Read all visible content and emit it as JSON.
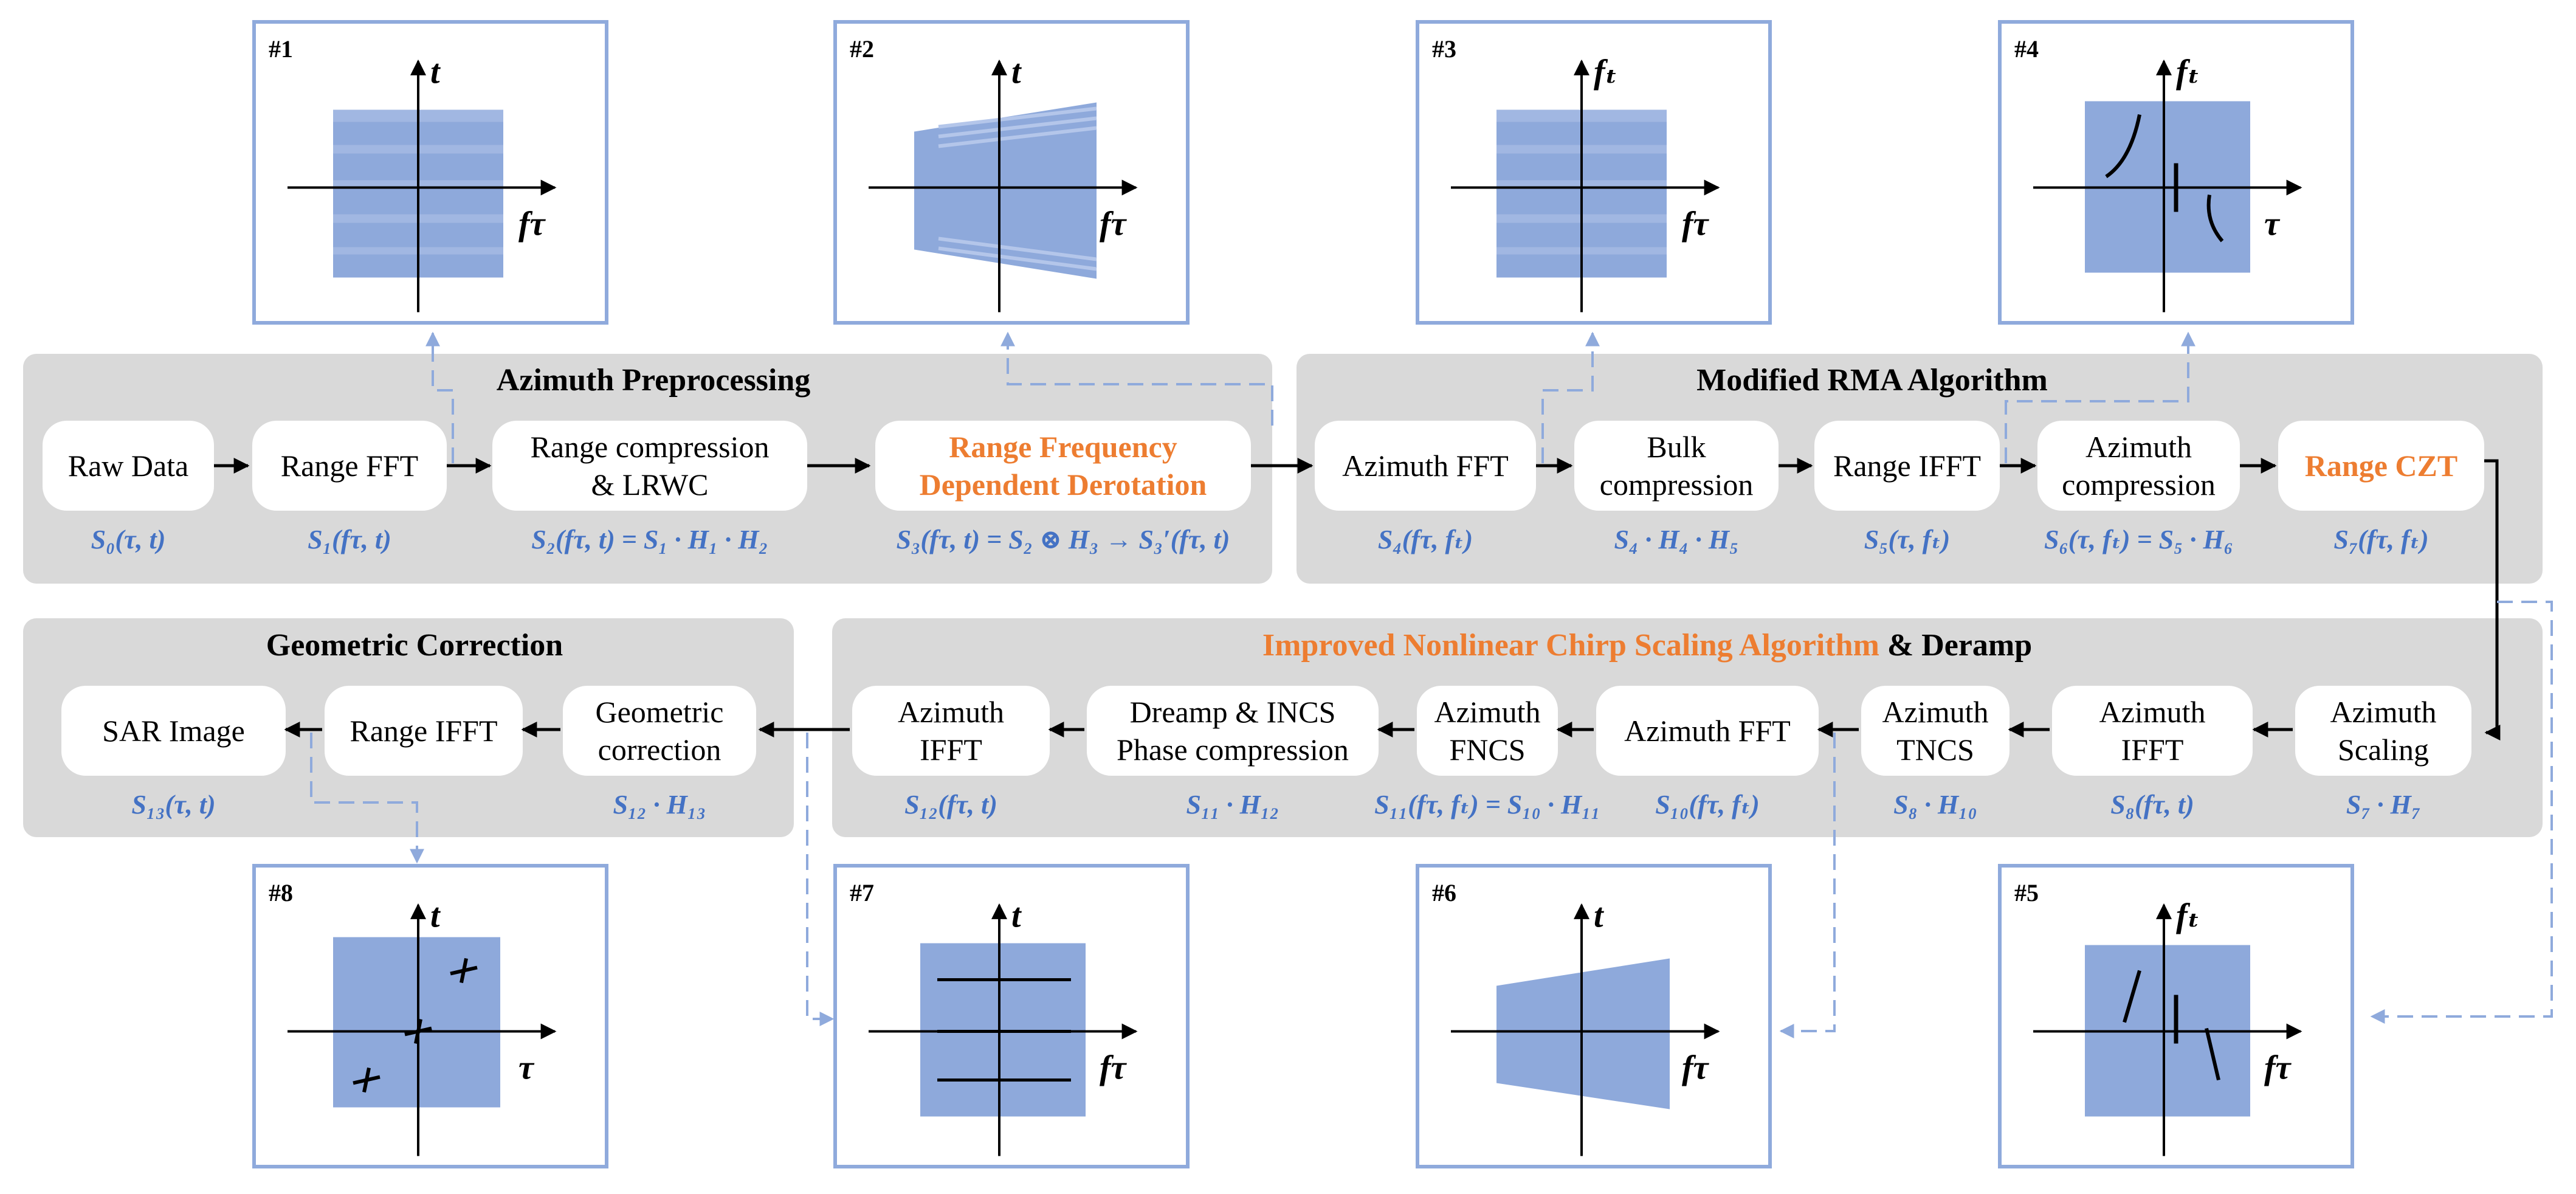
{
  "colors": {
    "panel_bg": "#d9d9d9",
    "block_bg": "#ffffff",
    "accent_orange": "#ed7d31",
    "formula_blue": "#4472c4",
    "plot_fill": "#8ea9db",
    "frame_border": "#8faadc",
    "dashed_link": "#8faadc",
    "arrow": "#000000"
  },
  "panels": {
    "azimuth_preprocessing": {
      "title": "Azimuth Preprocessing"
    },
    "modified_rma": {
      "title": "Modified RMA Algorithm"
    },
    "geometric_correction": {
      "title": "Geometric Correction"
    },
    "incs": {
      "title_orange": "Improved Nonlinear Chirp Scaling Algorithm",
      "title_black": " & Deramp"
    }
  },
  "blocks": {
    "raw_data": {
      "lines": [
        "Raw Data"
      ],
      "formula": "S₀(τ, t)"
    },
    "range_fft": {
      "lines": [
        "Range FFT"
      ],
      "formula": "S₁(fτ, t)"
    },
    "range_compression": {
      "lines": [
        "Range compression",
        "& LRWC"
      ],
      "formula": "S₂(fτ, t) = S₁ · H₁ · H₂"
    },
    "derotation": {
      "lines": [
        "Range Frequency",
        "Dependent Derotation"
      ],
      "formula": "S₃(fτ, t) = S₂ ⊗ H₃ → S₃′(fτ, t)"
    },
    "azimuth_fft_1": {
      "lines": [
        "Azimuth FFT"
      ],
      "formula": "S₄(fτ, fₜ)"
    },
    "bulk_compression": {
      "lines": [
        "Bulk",
        "compression"
      ],
      "formula": "S₄ · H₄ · H₅"
    },
    "range_ifft_1": {
      "lines": [
        "Range IFFT"
      ],
      "formula": "S₅(τ, fₜ)"
    },
    "azimuth_compression": {
      "lines": [
        "Azimuth",
        "compression"
      ],
      "formula": "S₆(τ, fₜ) = S₅ · H₆"
    },
    "range_czt": {
      "lines": [
        "Range CZT"
      ],
      "formula": "S₇(fτ, fₜ)"
    },
    "azimuth_scaling": {
      "lines": [
        "Azimuth",
        "Scaling"
      ],
      "formula": "S₇ · H₇"
    },
    "azimuth_ifft_1": {
      "lines": [
        "Azimuth",
        "IFFT"
      ],
      "formula": "S₈(fτ, t)"
    },
    "azimuth_tncs": {
      "lines": [
        "Azimuth",
        "TNCS"
      ],
      "formula": "S₈ · H₁₀"
    },
    "azimuth_fft_2": {
      "lines": [
        "Azimuth FFT"
      ],
      "formula": "S₁₀(fτ, fₜ)"
    },
    "azimuth_fncs": {
      "lines": [
        "Azimuth",
        "FNCS"
      ],
      "formula": "S₁₁(fτ, fₜ) = S₁₀ · H₁₁"
    },
    "dreamp_incs": {
      "lines": [
        "Dreamp & INCS",
        "Phase compression"
      ],
      "formula": "S₁₁ · H₁₂"
    },
    "azimuth_ifft_2": {
      "lines": [
        "Azimuth",
        "IFFT"
      ],
      "formula": "S₁₂(fτ, t)"
    },
    "geometric_correction": {
      "lines": [
        "Geometric",
        "correction"
      ],
      "formula": "S₁₂ · H₁₃"
    },
    "range_ifft_2": {
      "lines": [
        "Range IFFT"
      ],
      "formula": ""
    },
    "sar_image": {
      "lines": [
        "SAR Image"
      ],
      "formula": "S₁₃(τ, t)"
    }
  },
  "plots": {
    "p1": {
      "number": "#1",
      "vertical_axis": "t",
      "horizontal_axis": "fτ"
    },
    "p2": {
      "number": "#2",
      "vertical_axis": "t",
      "horizontal_axis": "fτ"
    },
    "p3": {
      "number": "#3",
      "vertical_axis": "fₜ",
      "horizontal_axis": "fτ"
    },
    "p4": {
      "number": "#4",
      "vertical_axis": "fₜ",
      "horizontal_axis": "τ"
    },
    "p5": {
      "number": "#5",
      "vertical_axis": "fₜ",
      "horizontal_axis": "fτ"
    },
    "p6": {
      "number": "#6",
      "vertical_axis": "t",
      "horizontal_axis": "fτ"
    },
    "p7": {
      "number": "#7",
      "vertical_axis": "t",
      "horizontal_axis": "fτ"
    },
    "p8": {
      "number": "#8",
      "vertical_axis": "t",
      "horizontal_axis": "τ"
    }
  }
}
